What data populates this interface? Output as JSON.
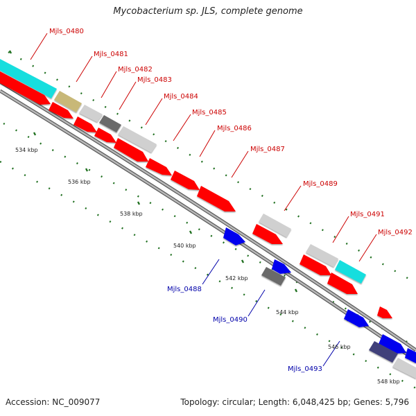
{
  "title": "Mycobacterium sp. JLS, complete genome",
  "footer": {
    "accession": "Accession: NC_009077",
    "summary": "Topology: circular; Length: 6,048,425 bp; Genes: 5,796"
  },
  "colors": {
    "forward_label": "#cc0000",
    "reverse_label": "#0000aa",
    "red_gene": "#ff0000",
    "cyan_gene": "#19dede",
    "blue_gene": "#0000ee",
    "grey_gene": "#cccccc",
    "dark_grey_gene": "#6a6a6a",
    "tan_gene": "#c8b878",
    "navy_gene": "#40407a",
    "tick": "#207020",
    "backbone": "#888888"
  },
  "kbp_ticks": [
    "534 kbp",
    "536 kbp",
    "538 kbp",
    "540 kbp",
    "542 kbp",
    "544 kbp",
    "546 kbp",
    "548 kbp"
  ],
  "gene_labels": [
    {
      "id": "l0480",
      "text": "Mjls_0480",
      "strand": "forward"
    },
    {
      "id": "l0481",
      "text": "Mjls_0481",
      "strand": "forward"
    },
    {
      "id": "l0482",
      "text": "Mjls_0482",
      "strand": "forward"
    },
    {
      "id": "l0483",
      "text": "Mjls_0483",
      "strand": "forward"
    },
    {
      "id": "l0484",
      "text": "Mjls_0484",
      "strand": "forward"
    },
    {
      "id": "l0485",
      "text": "Mjls_0485",
      "strand": "forward"
    },
    {
      "id": "l0486",
      "text": "Mjls_0486",
      "strand": "forward"
    },
    {
      "id": "l0487",
      "text": "Mjls_0487",
      "strand": "forward"
    },
    {
      "id": "l0489",
      "text": "Mjls_0489",
      "strand": "forward"
    },
    {
      "id": "l0491",
      "text": "Mjls_0491",
      "strand": "forward"
    },
    {
      "id": "l0492",
      "text": "Mjls_0492",
      "strand": "forward"
    },
    {
      "id": "l0488",
      "text": "Mjls_0488",
      "strand": "reverse"
    },
    {
      "id": "l0490",
      "text": "Mjls_0490",
      "strand": "reverse"
    },
    {
      "id": "l0493",
      "text": "Mjls_0493",
      "strand": "reverse"
    }
  ]
}
